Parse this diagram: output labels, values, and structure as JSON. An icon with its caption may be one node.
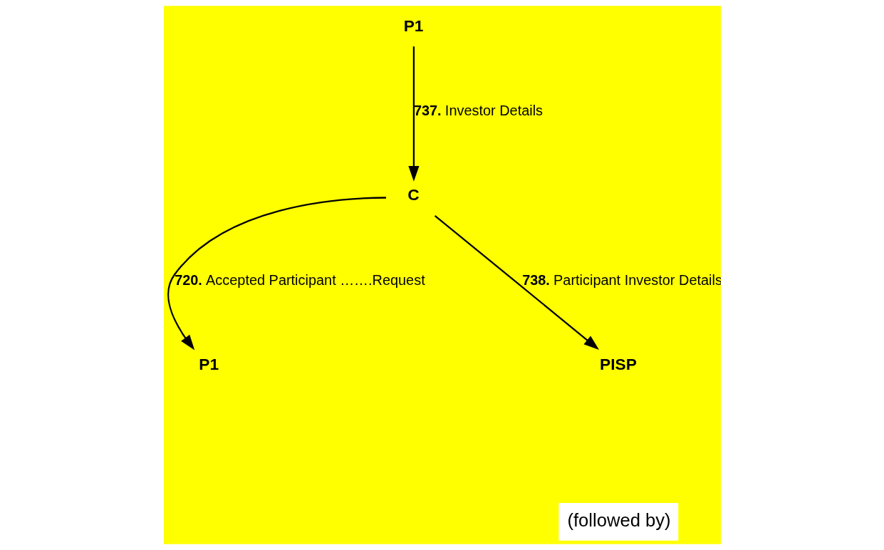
{
  "diagram": {
    "nodes": [
      {
        "text": [
          "P1"
        ]
      },
      {
        "text": [
          "C"
        ]
      },
      {
        "text": [
          "P1"
        ]
      },
      {
        "text": [
          "PISP"
        ]
      }
    ],
    "edges": [
      {
        "from": 0,
        "to": 1,
        "arrow": "to",
        "label": "**737.** Investor Details"
      },
      {
        "from": 1,
        "to": 2,
        "arrow": "to",
        "label": "**720.** Accepted Participant …….Request"
      },
      {
        "from": 1,
        "to": 3,
        "arrow": "to",
        "label": "**738.** Participant Investor Details"
      }
    ],
    "labels": [
      "(followed by)"
    ]
  }
}
